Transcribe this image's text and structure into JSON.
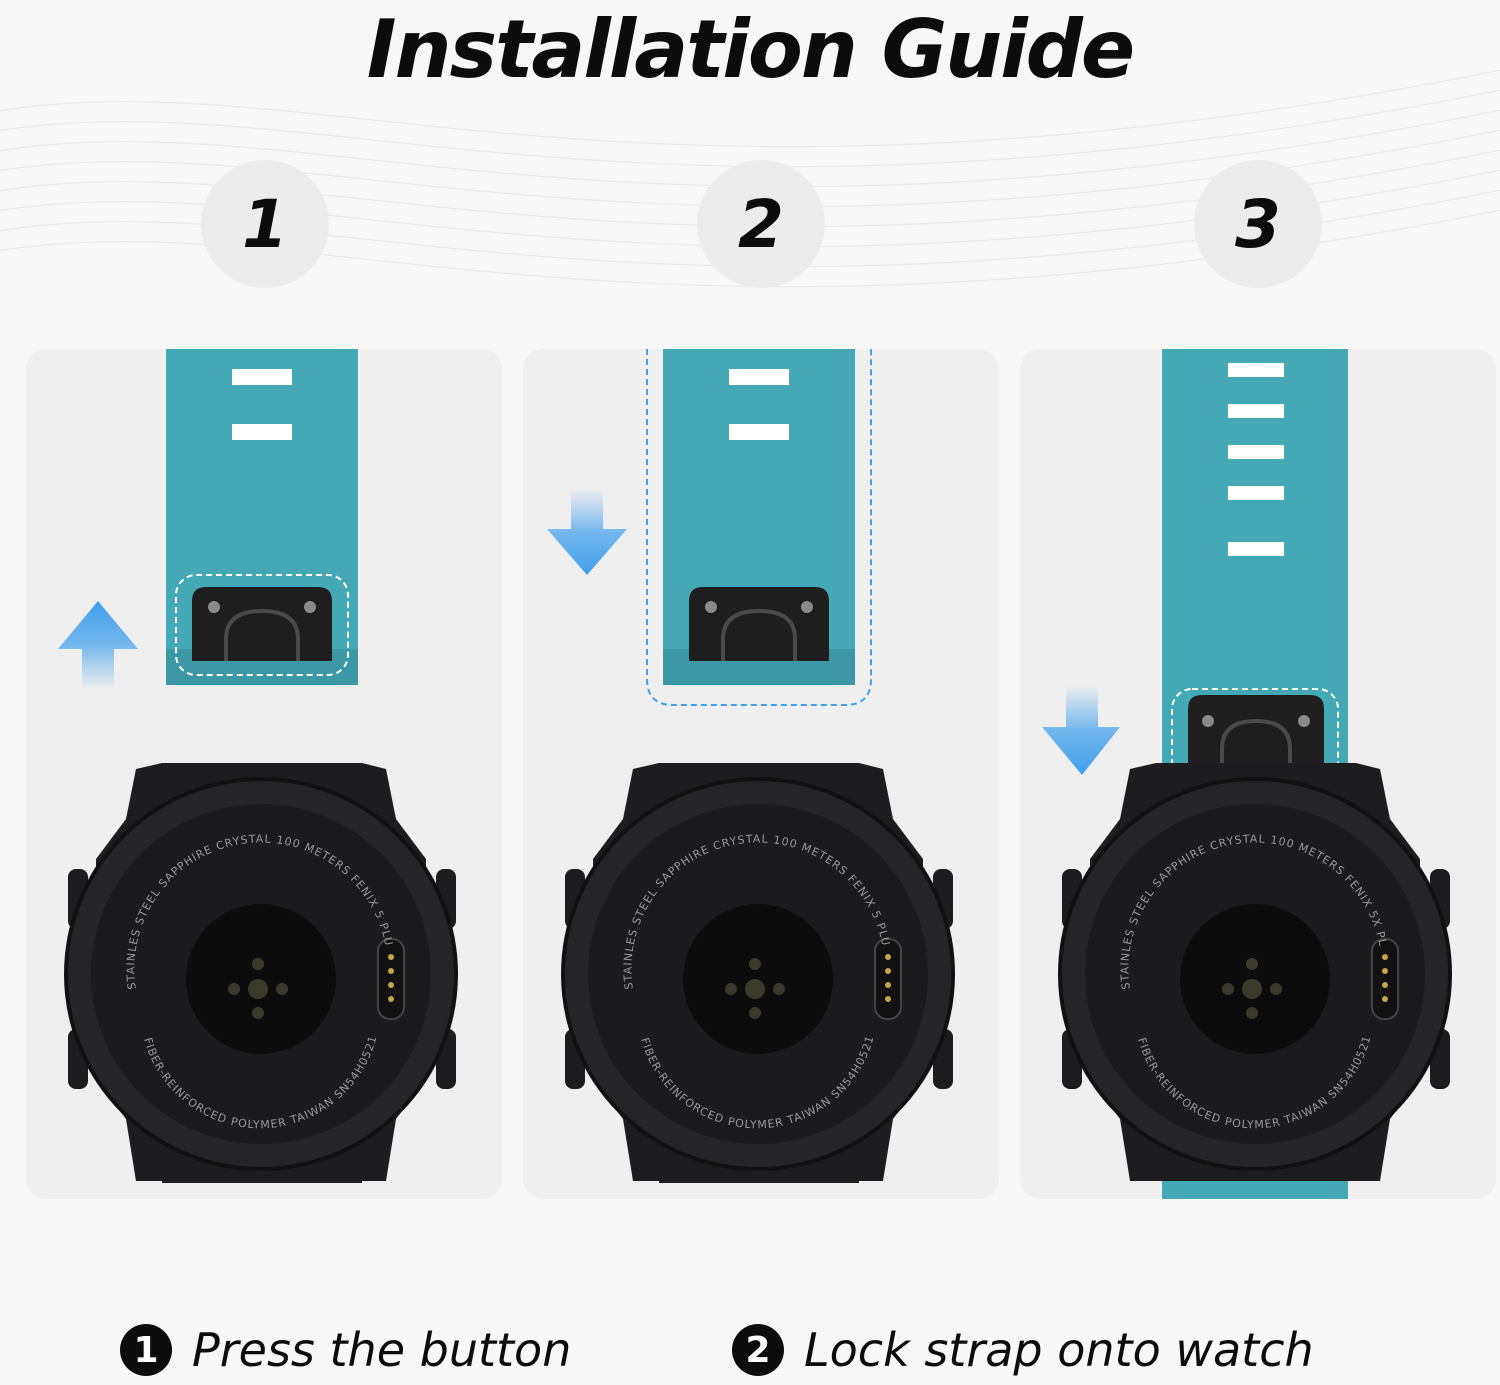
{
  "title": "Installation Guide",
  "steps": [
    {
      "number": "1"
    },
    {
      "number": "2"
    },
    {
      "number": "3"
    }
  ],
  "watch_text": {
    "top": "STAINLES STEEL SAPPHIRE CRYSTAL  100 METERS  FENIX 5 PLUS",
    "top_panel3": "STAINLES STEEL SAPPHIRE CRYSTAL  100 METERS  FENIX 5X PLUS",
    "bottom": "FIBER-REINFORCED POLYMER   TAIWAN   SN54H052159"
  },
  "captions": [
    {
      "number": "1",
      "text": "Press the button"
    },
    {
      "number": "2",
      "text": "Lock strap onto watch"
    }
  ],
  "colors": {
    "strap": "#45a9b5",
    "strap_dark": "#3b98a4",
    "arrow": "#3f9fec",
    "panel": "#efefef",
    "watch": "#1d1d1f"
  },
  "icons": {
    "arrow_up": "arrow-up-icon",
    "arrow_down": "arrow-down-icon"
  }
}
